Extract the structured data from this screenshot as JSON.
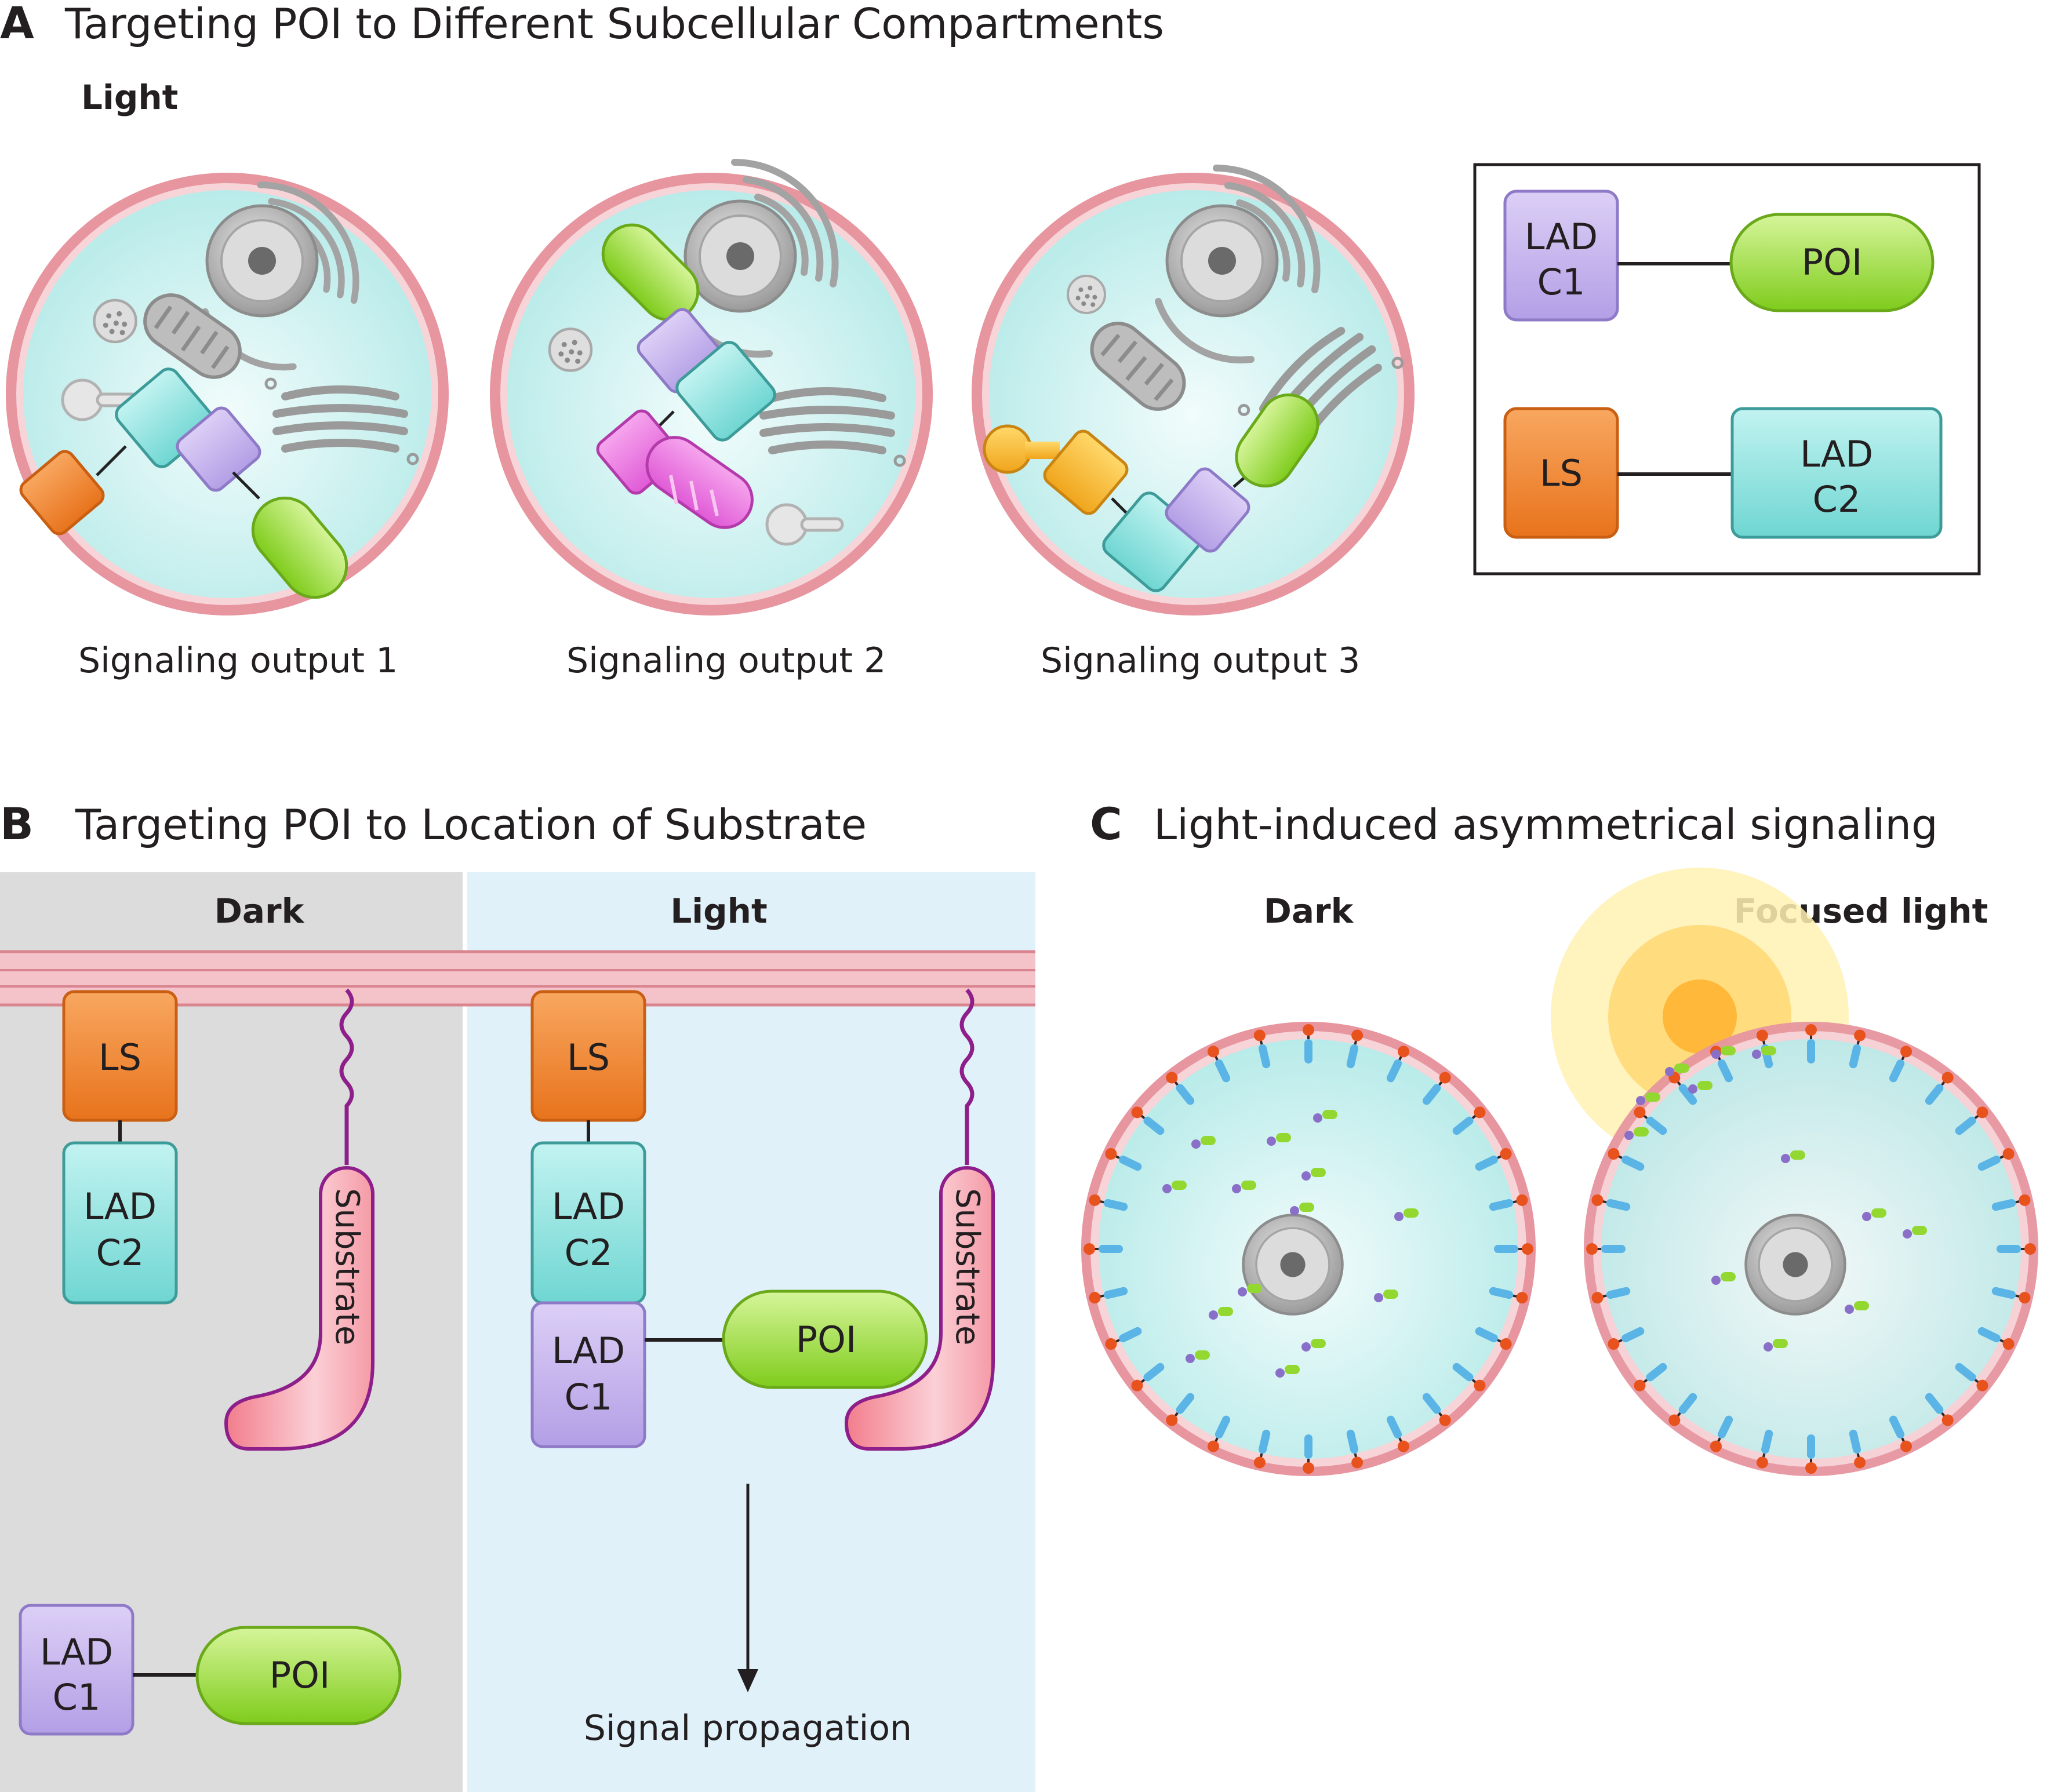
{
  "panel_a": {
    "letter": "A",
    "title": "Targeting POI to Different Subcellular Compartments",
    "condition": "Light",
    "captions": [
      "Signaling output 1",
      "Signaling output 2",
      "Signaling output 3"
    ],
    "legend": {
      "lad_c1": [
        "LAD",
        "C1"
      ],
      "poi": "POI",
      "ls": "LS",
      "lad_c2": [
        "LAD",
        "C2"
      ]
    }
  },
  "panel_b": {
    "letter": "B",
    "title": "Targeting POI to Location of Substrate",
    "dark_label": "Dark",
    "light_label": "Light",
    "ls": "LS",
    "lad_c2": [
      "LAD",
      "C2"
    ],
    "lad_c1": [
      "LAD",
      "C1"
    ],
    "poi": "POI",
    "substrate": "Substrate",
    "signal": "Signal propagation"
  },
  "panel_c": {
    "letter": "C",
    "title": "Light-induced asymmetrical signaling",
    "dark_label": "Dark",
    "light_label": "Focused light"
  },
  "colors": {
    "cytoplasm": "#bfeeec",
    "membrane": "#eaa6ae",
    "lad_c1": "#c9b7ef",
    "lad_c2": "#8fe3e0",
    "ls": "#f2863a",
    "poi": "#9ede3c",
    "substrate": "#f59aa6",
    "dark_bg": "#dcdcdc",
    "light_bg": "#e1f1fa"
  }
}
